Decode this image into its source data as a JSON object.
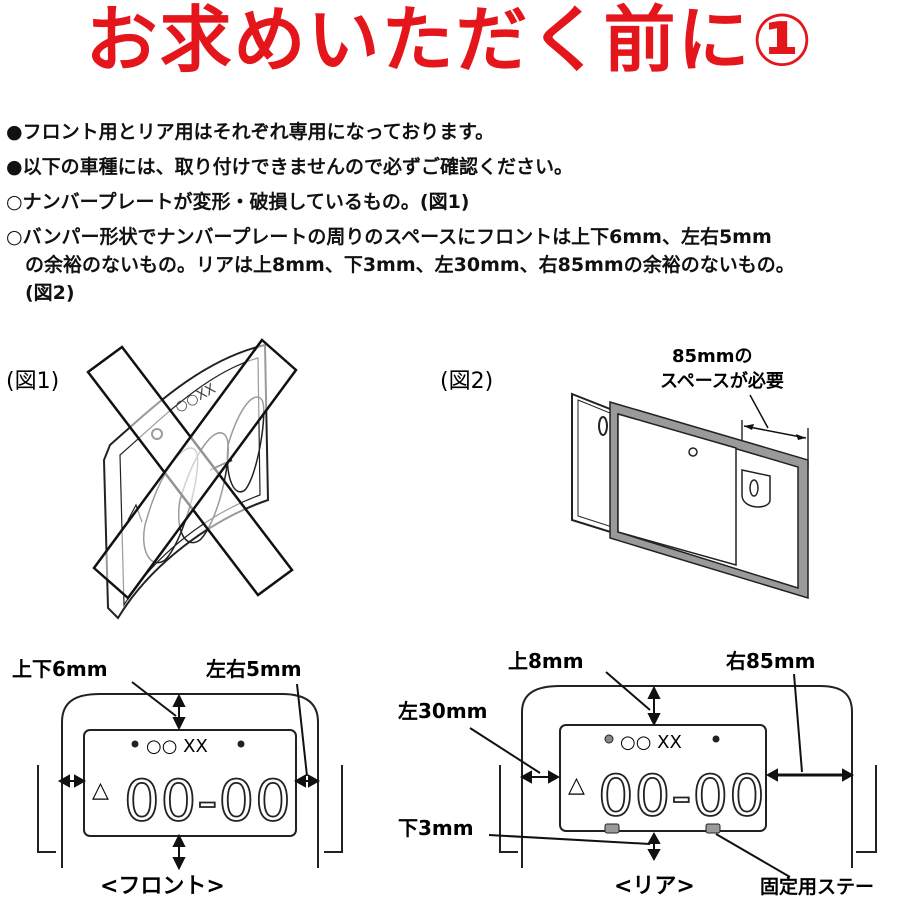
{
  "title": "お求めいただく前に①",
  "notes": [
    {
      "bullet": "●",
      "text": "フロント用とリア用はそれぞれ専用になっております。"
    },
    {
      "bullet": "●",
      "text": "以下の車種には、取り付けできませんので必ずご確認ください。"
    },
    {
      "bullet": "○",
      "text": "ナンバープレートが変形・破損しているもの。(図1)"
    },
    {
      "bullet": "○",
      "text": "バンパー形状でナンバープレートの周りのスペースにフロントは上下6mm、左右5mm"
    },
    {
      "bullet": "",
      "text": "の余裕のないもの。リアは上8mm、下3mm、左30mm、右85mmの余裕のないもの。"
    },
    {
      "bullet": "",
      "text": "(図2)"
    }
  ],
  "fig1": {
    "label": "(図1)",
    "plate_chars": "00-00",
    "plate_top": "○○XX"
  },
  "fig2": {
    "label": "(図2)",
    "callout_line1": "85mmの",
    "callout_line2": "スペースが必要"
  },
  "front": {
    "label_top": "上下6mm",
    "label_side": "左右5mm",
    "caption": "<フロント>",
    "plate_top": "○○ XX",
    "plate_main": "00-00",
    "plate_mark": "△"
  },
  "rear": {
    "label_top": "上8mm",
    "label_right": "右85mm",
    "label_left": "左30mm",
    "label_bottom": "下3mm",
    "caption": "<リア>",
    "stay_label": "固定用ステー",
    "plate_top": "○○ XX",
    "plate_main": "00-00",
    "plate_mark": "△"
  }
}
